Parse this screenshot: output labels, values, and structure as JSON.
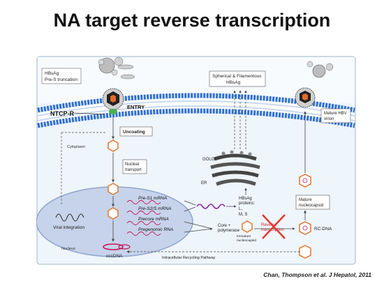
{
  "slide": {
    "title": "NA target reverse transcription",
    "citation": "Chan, Thompson et al. J Hepatol, 2011"
  },
  "diagram": {
    "labels": {
      "hbsag_pres": "HBsAg",
      "hbsag_pres2": "Pre-S truncation",
      "ntcp": "NTCP-R",
      "entry": "ENTRY",
      "uncoating": "Uncoating",
      "cytoplasm": "Cytoplasm",
      "nuclear_transport1": "Nuclear",
      "nuclear_transport2": "transport",
      "spherical1": "Spherical & Filamentous",
      "spherical2": "HBsAg",
      "mature_virion1": "Mature HBV",
      "mature_virion2": "virion",
      "golgi": "GOLGI",
      "er": "ER",
      "hbsag_proteins1": "HBsAg",
      "hbsag_proteins2": "proteins:",
      "hbsag_proteins3": "L,",
      "hbsag_proteins4": "M, S",
      "mature_nucleocapsid1": "Mature",
      "mature_nucleocapsid2": "nucleocapsid",
      "pres1": "Pre-S1 mRNA",
      "pres2": "Pre-S2/S mRNA",
      "precore": "Precore mRNA",
      "pregenomic": "Pregenomic RNA",
      "viral_integration": "Viral integration",
      "nucleus": "Nucleus",
      "cccdna": "cccDNA",
      "core_poly1": "Core +",
      "core_poly2": "polymerase",
      "immature1": "Immature",
      "immature2": "nucleocapsid",
      "reverse1": "Reverse",
      "reverse2": "transcription",
      "rcdna": "RC-DNA",
      "recycling": "Intracellular Recycling Pathway"
    }
  }
}
